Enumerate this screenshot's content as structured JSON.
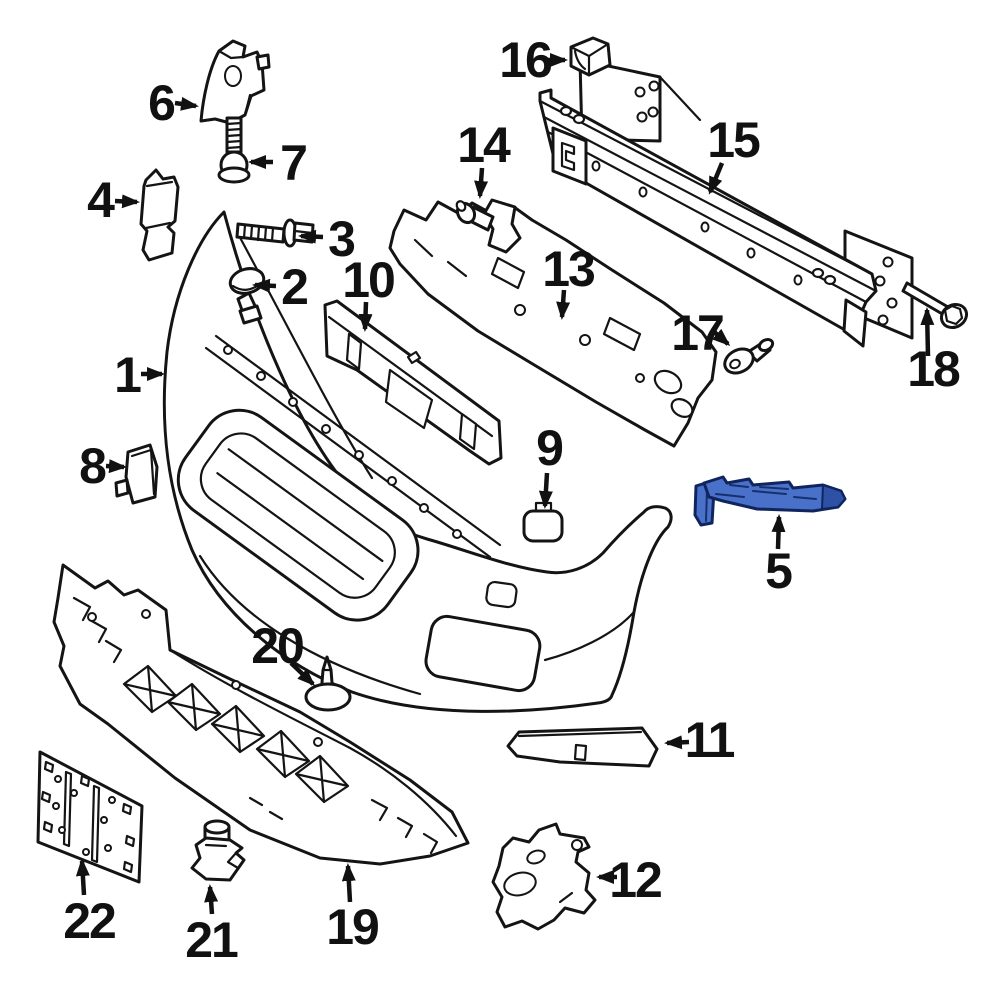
{
  "figure": {
    "background_color": "#ffffff",
    "line_color": "#141414",
    "highlight_color": "#4a71c9",
    "highlight_shade_color": "#2d51a5",
    "highlight_outline_color": "#10255e",
    "highlighted_callout": "5"
  },
  "callouts": [
    {
      "label": "1"
    },
    {
      "label": "2"
    },
    {
      "label": "3"
    },
    {
      "label": "4"
    },
    {
      "label": "5"
    },
    {
      "label": "6"
    },
    {
      "label": "7"
    },
    {
      "label": "8"
    },
    {
      "label": "9"
    },
    {
      "label": "10"
    },
    {
      "label": "11"
    },
    {
      "label": "12"
    },
    {
      "label": "13"
    },
    {
      "label": "14"
    },
    {
      "label": "15"
    },
    {
      "label": "16"
    },
    {
      "label": "17"
    },
    {
      "label": "18"
    },
    {
      "label": "19"
    },
    {
      "label": "20"
    },
    {
      "label": "21"
    },
    {
      "label": "22"
    }
  ]
}
